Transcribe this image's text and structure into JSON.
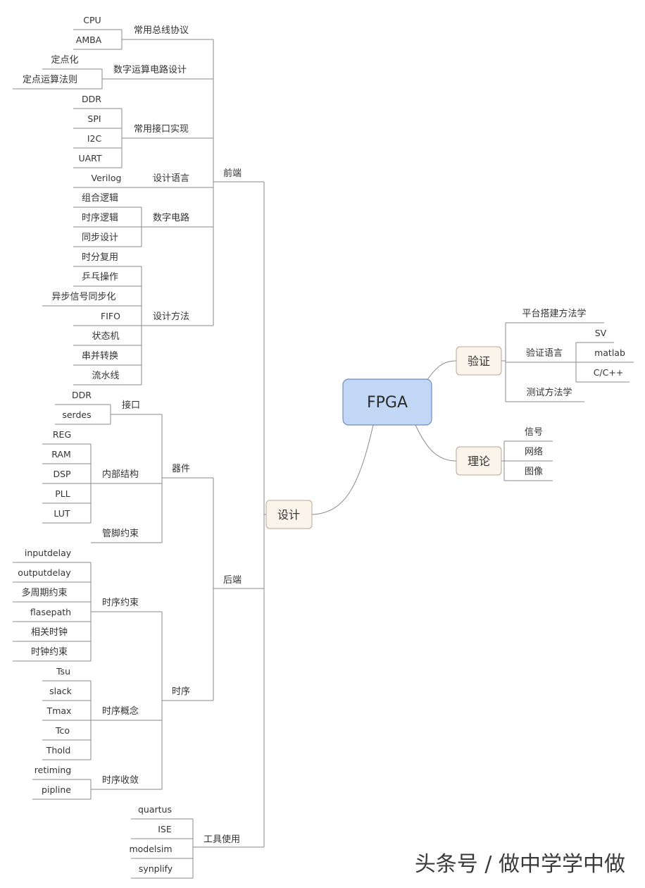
{
  "root": "FPGA",
  "watermark": "头条号 / 做中学学中做",
  "design": {
    "label": "设计",
    "frontend": {
      "label": "前端",
      "groups": [
        {
          "label": "常用总线协议",
          "items": [
            "CPU",
            "AMBA"
          ]
        },
        {
          "label": "数字运算电路设计",
          "items": [
            "定点化",
            "定点运算法则"
          ]
        },
        {
          "label": "常用接口实现",
          "items": [
            "DDR",
            "SPI",
            "I2C",
            "UART"
          ]
        },
        {
          "label": "设计语言",
          "items": [
            "Verilog"
          ]
        },
        {
          "label": "数字电路",
          "items": [
            "组合逻辑",
            "时序逻辑",
            "同步设计"
          ]
        },
        {
          "label": "设计方法",
          "items": [
            "时分复用",
            "乒乓操作",
            "异步信号同步化",
            "FIFO",
            "状态机",
            "串并转换",
            "流水线"
          ]
        }
      ]
    },
    "backend": {
      "label": "后端",
      "device": {
        "label": "器件",
        "groups": [
          {
            "label": "接口",
            "items": [
              "DDR",
              "serdes"
            ]
          },
          {
            "label": "内部结构",
            "items": [
              "REG",
              "RAM",
              "DSP",
              "PLL",
              "LUT"
            ]
          },
          {
            "label": "管脚约束",
            "items": []
          }
        ]
      },
      "timing": {
        "label": "时序",
        "groups": [
          {
            "label": "时序约束",
            "items": [
              "inputdelay",
              "outputdelay",
              "多周期约束",
              "flasepath",
              "相关时钟",
              "时钟约束"
            ]
          },
          {
            "label": "时序概念",
            "items": [
              "Tsu",
              "slack",
              "Tmax",
              "Tco",
              "Thold"
            ]
          },
          {
            "label": "时序收敛",
            "items": [
              "retiming",
              "pipline"
            ]
          }
        ]
      }
    },
    "tools": {
      "label": "工具使用",
      "items": [
        "quartus",
        "ISE",
        "modelsim",
        "synplify"
      ]
    }
  },
  "verification": {
    "label": "验证",
    "items": [
      {
        "label": "平台搭建方法学",
        "items": []
      },
      {
        "label": "验证语言",
        "items": [
          "SV",
          "matlab",
          "C/C++"
        ]
      },
      {
        "label": "测试方法学",
        "items": []
      }
    ]
  },
  "theory": {
    "label": "理论",
    "items": [
      "信号",
      "网络",
      "图像"
    ]
  }
}
